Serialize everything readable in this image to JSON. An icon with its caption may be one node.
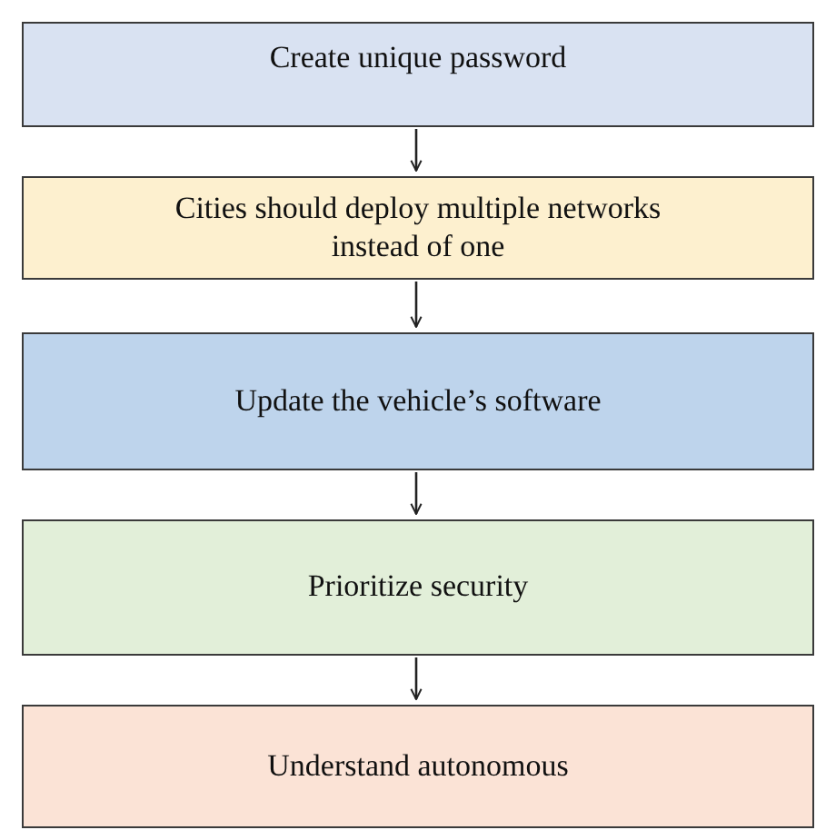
{
  "diagram": {
    "nodes": [
      {
        "text": [
          "Create unique password"
        ]
      },
      {
        "text": [
          "Cities should deploy multiple networks instead of one"
        ]
      },
      {
        "text": [
          "Update the vehicle’s software"
        ]
      },
      {
        "text": [
          "Prioritize security"
        ]
      },
      {
        "text": [
          "Understand autonomous"
        ]
      }
    ],
    "edges": [
      {
        "from": 0,
        "to": 1,
        "arrow": "to"
      },
      {
        "from": 1,
        "to": 2,
        "arrow": "to"
      },
      {
        "from": 2,
        "to": 3,
        "arrow": "to"
      },
      {
        "from": 3,
        "to": 4,
        "arrow": "to"
      }
    ]
  }
}
